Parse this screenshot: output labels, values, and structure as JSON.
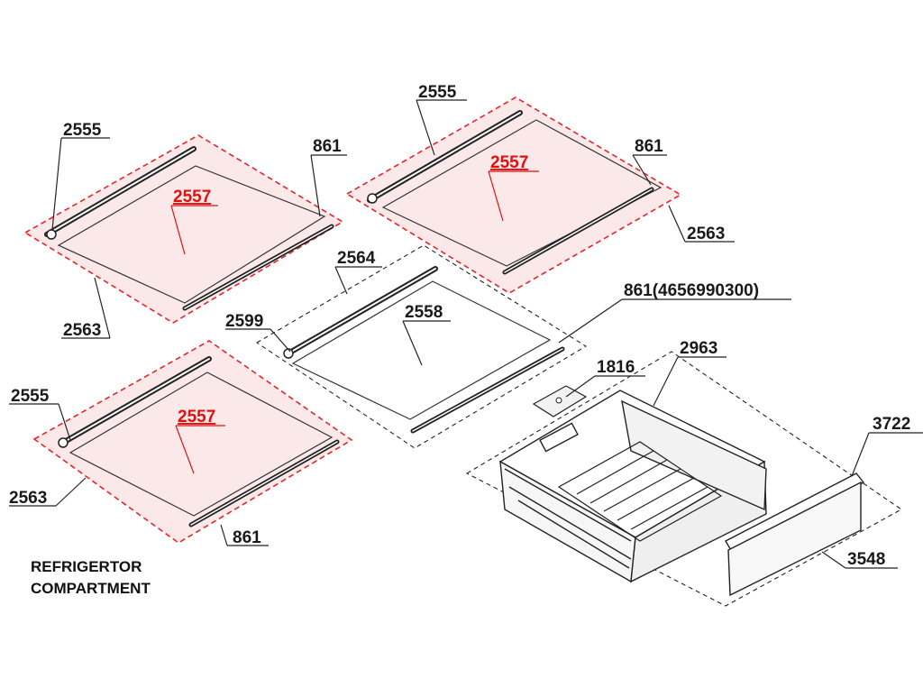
{
  "caption": {
    "line1": "REFRIGERTOR",
    "line2": "COMPARTMENT"
  },
  "colors": {
    "highlight_fill": "#fbe8e8",
    "highlight_border": "#e8242b",
    "highlight_label": "#e01010",
    "line": "#1a1a1a"
  },
  "shelves": {
    "top_left": {
      "rail_back": "2555",
      "glass": "2557",
      "rail_front": "861",
      "frame": "2563"
    },
    "top_right": {
      "rail_back": "2555",
      "glass": "2557",
      "rail_front": "861",
      "frame": "2563"
    },
    "center": {
      "frame": "2564",
      "rail_back": "2599",
      "glass": "2558",
      "rail_front": "861(4656990300)"
    },
    "bottom_left": {
      "rail_back": "2555",
      "glass": "2557",
      "frame": "2563",
      "rail_front": "861"
    }
  },
  "drawer": {
    "body": "2963",
    "cover": "1816",
    "front_rail": "3722",
    "front_panel": "3548"
  }
}
